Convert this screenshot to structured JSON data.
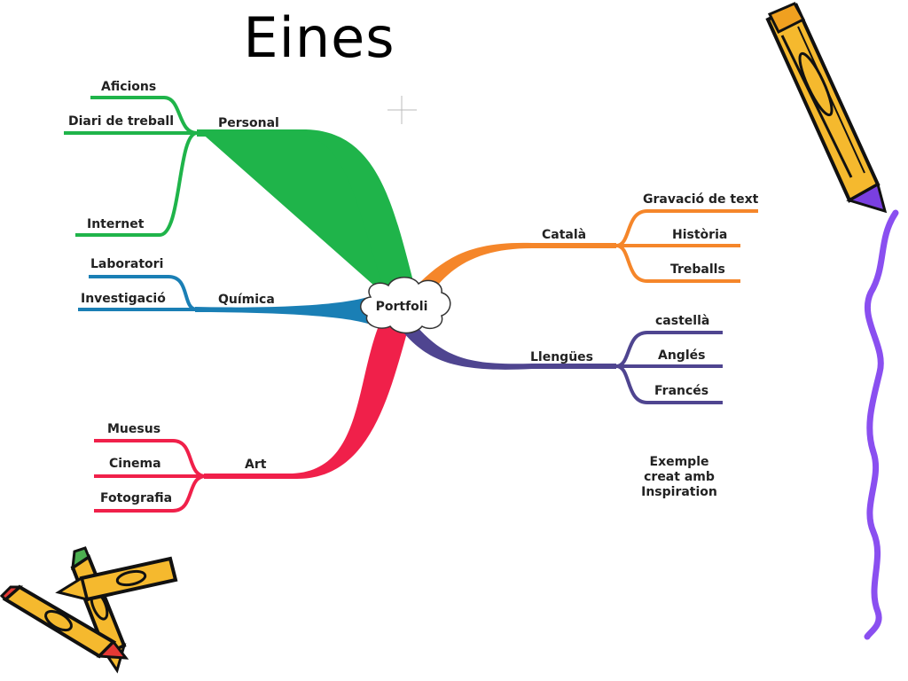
{
  "slide": {
    "title": "Eines",
    "center": "Portfoli",
    "branches": [
      {
        "id": "personal",
        "label": "Personal",
        "color": "#1fb44a",
        "children": [
          "Aficions",
          "Diari de treball",
          "Internet"
        ]
      },
      {
        "id": "quimica",
        "label": "Química",
        "color": "#1a7fb5",
        "children": [
          "Laboratori",
          "Investigació"
        ]
      },
      {
        "id": "art",
        "label": "Art",
        "color": "#f0204a",
        "children": [
          "Muesus",
          "Cinema",
          "Fotografia"
        ]
      },
      {
        "id": "catala",
        "label": "Català",
        "color": "#f5862a",
        "children": [
          "Gravació de text",
          "Història",
          "Treballs"
        ]
      },
      {
        "id": "llengues",
        "label": "Llengües",
        "color": "#4f4590",
        "children": [
          "castellà",
          "Anglés",
          "Francés"
        ]
      }
    ],
    "note_lines": [
      "Exemple",
      "creat amb",
      "Inspiration"
    ],
    "icons": [
      "pencil-icon",
      "crayons-icon",
      "squiggle-line"
    ],
    "colors": {
      "pencil_body": "#f5b92e",
      "pencil_tip": "#7a3fe0",
      "squiggle": "#8a4ff0"
    }
  }
}
